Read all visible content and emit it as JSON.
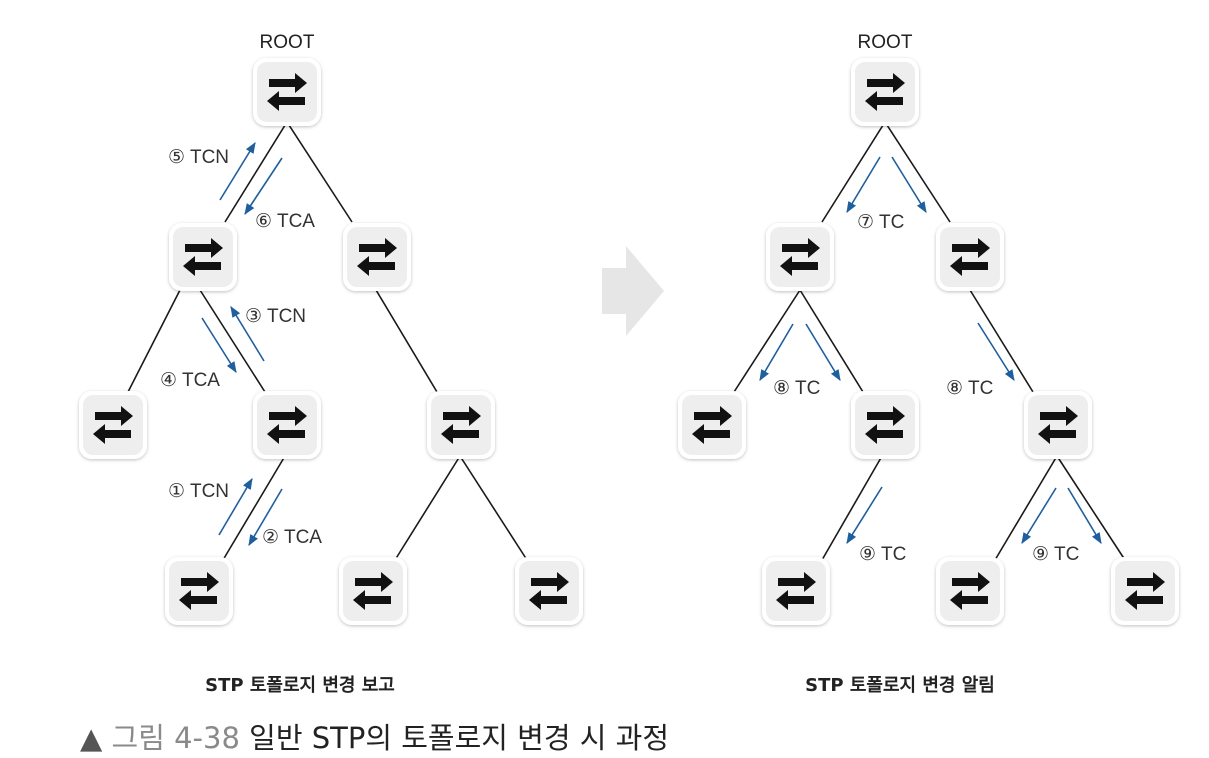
{
  "left_panel": {
    "root_label": "ROOT",
    "subtitle": "STP 토폴로지 변경 보고",
    "messages": [
      "⑤ TCN",
      "⑥ TCA",
      "③ TCN",
      "④ TCA",
      "① TCN",
      "② TCA"
    ]
  },
  "right_panel": {
    "root_label": "ROOT",
    "subtitle": "STP 토폴로지 변경 알림",
    "messages": [
      "⑦ TC",
      "⑧ TC",
      "⑧ TC",
      "⑨ TC",
      "⑨ TC"
    ]
  },
  "caption": {
    "marker": "▲",
    "figure_number": "그림 4-38",
    "title": "일반 STP의 토폴로지 변경 시 과정"
  },
  "colors": {
    "arrow": "#1f5f9e",
    "line": "#1a1a1a",
    "switch_bg": "#f0f0f0",
    "transition_arrow": "#e6e6e6"
  },
  "icons": [
    "switch-icon",
    "next-arrow-icon"
  ]
}
